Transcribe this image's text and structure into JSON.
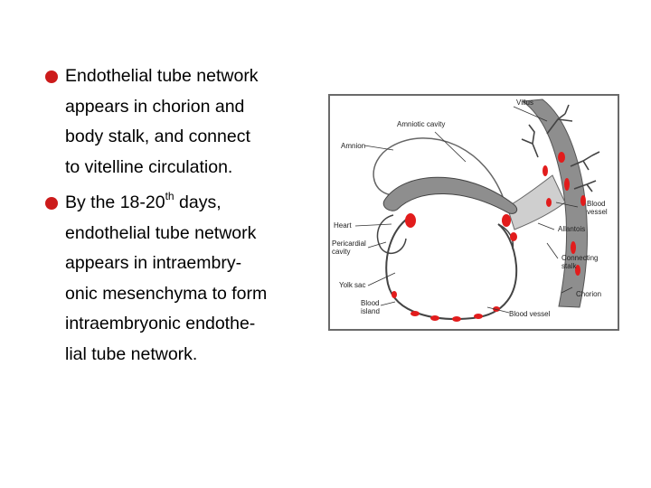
{
  "bullets": [
    {
      "lines": [
        "Endothelial tube network",
        "appears in chorion and",
        "body stalk, and connect",
        "to vitelline circulation."
      ]
    },
    {
      "line1_pre": "By the 18-20",
      "line1_sup": "th",
      "line1_post": " days,",
      "lines": [
        "endothelial tube network",
        "appears in intraembry-",
        "onic mesenchyma to form",
        "intraembryonic endothe-",
        "lial tube network."
      ]
    }
  ],
  "figure": {
    "labels": {
      "villus": "Villus",
      "amniotic_cavity": "Amniotic cavity",
      "amnion": "Amnion",
      "blood_vessel_right": "Blood\nvessel",
      "heart": "Heart",
      "allantois": "Allantois",
      "pericardial_cavity": "Pericardial\ncavity",
      "connecting_stalk": "Connecting\nstalk",
      "yolk_sac": "Yolk sac",
      "chorion": "Chorion",
      "blood_island": "Blood\nisland",
      "blood_vessel_bottom": "Blood vessel"
    },
    "colors": {
      "vessel": "#e21c1c",
      "tissue": "#8e8e8e",
      "border": "#555555"
    }
  }
}
